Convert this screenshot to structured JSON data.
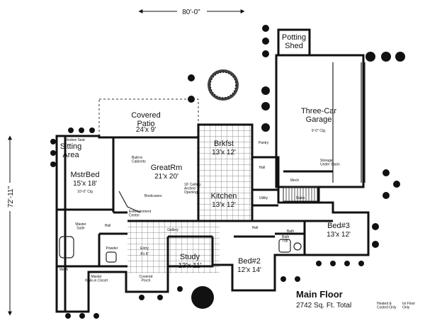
{
  "dimensions": {
    "width": "80'-0\"",
    "depth": "72'-11\""
  },
  "rooms": {
    "potting_shed": "Potting\nShed",
    "garage": {
      "name": "Three-Car\nGarage",
      "note": "9'-0\" Clg."
    },
    "patio": {
      "name": "Covered\nPatio",
      "size": "24'x 9'"
    },
    "window_seat": "Window Seat",
    "sitting": "Sitting\nArea",
    "mstrbed": {
      "name": "MstrBed",
      "size": "15'x 18'",
      "note": "10'-0\" Clg"
    },
    "greatrm": {
      "name": "GreatRm",
      "size": "21'x 20'"
    },
    "brkfst": {
      "name": "Brkfst",
      "size": "13'x 12'"
    },
    "kitchen": {
      "name": "Kitchen",
      "size": "13'x 12'"
    },
    "pantry": "Pantry",
    "hall_upper": "Hall",
    "mech": "Mech",
    "stairs": "Stairs",
    "utility": "Utility",
    "bed3": {
      "name": "Bed#3",
      "size": "13'x 12'"
    },
    "bath": "Bath",
    "hall_master": "Hall",
    "hall_lower": "Hall",
    "master_suite": "Master\nSuite",
    "gallery": "Gallery",
    "powder": "Powder",
    "entry": {
      "name": "Entry",
      "size": "8'x 8'"
    },
    "study": {
      "name": "Study",
      "size": "13'x 11'"
    },
    "bed2": {
      "name": "Bed#2",
      "size": "12'x 14'"
    },
    "mech_lower": "Mech",
    "master_closet": "Master\nWalk-in Closet",
    "porch": "Covered\nPorch"
  },
  "notes": {
    "built_in_cabinets": "Built-in\nCabinets",
    "ent_center": "Entertainment\nCenter",
    "ceiling": "16' Ceiling\nArched\nOpening",
    "bookcases": "Bookcases",
    "storage": "Storage\nUnder Stairs",
    "bath_note": "Bath\nTub"
  },
  "caption": {
    "title": "Main Floor",
    "area": "2742 Sq. Ft. Total",
    "note": "Heated &\nCooled Only",
    "note2": "Ist Floor\nOnly"
  }
}
